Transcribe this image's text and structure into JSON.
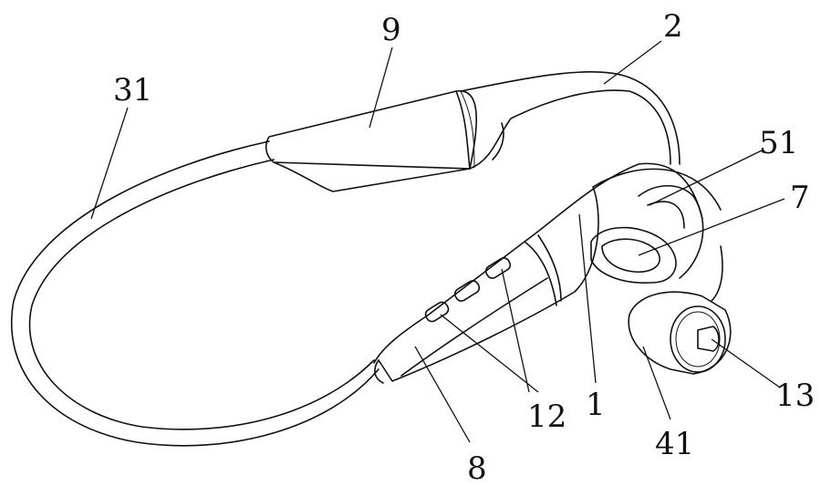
{
  "diagram": {
    "type": "patent line drawing",
    "reference_labels": {
      "neckband_cable": "31",
      "battery_housing": "9",
      "rear_hook": "2",
      "ear_hook": "51",
      "earpiece_front": "7",
      "main_body": "1",
      "buttons": "12",
      "control_housing": "8",
      "transducer_housing": "41",
      "transducer_face": "13"
    },
    "colors": {
      "line": "#111111",
      "background": "#ffffff"
    }
  }
}
